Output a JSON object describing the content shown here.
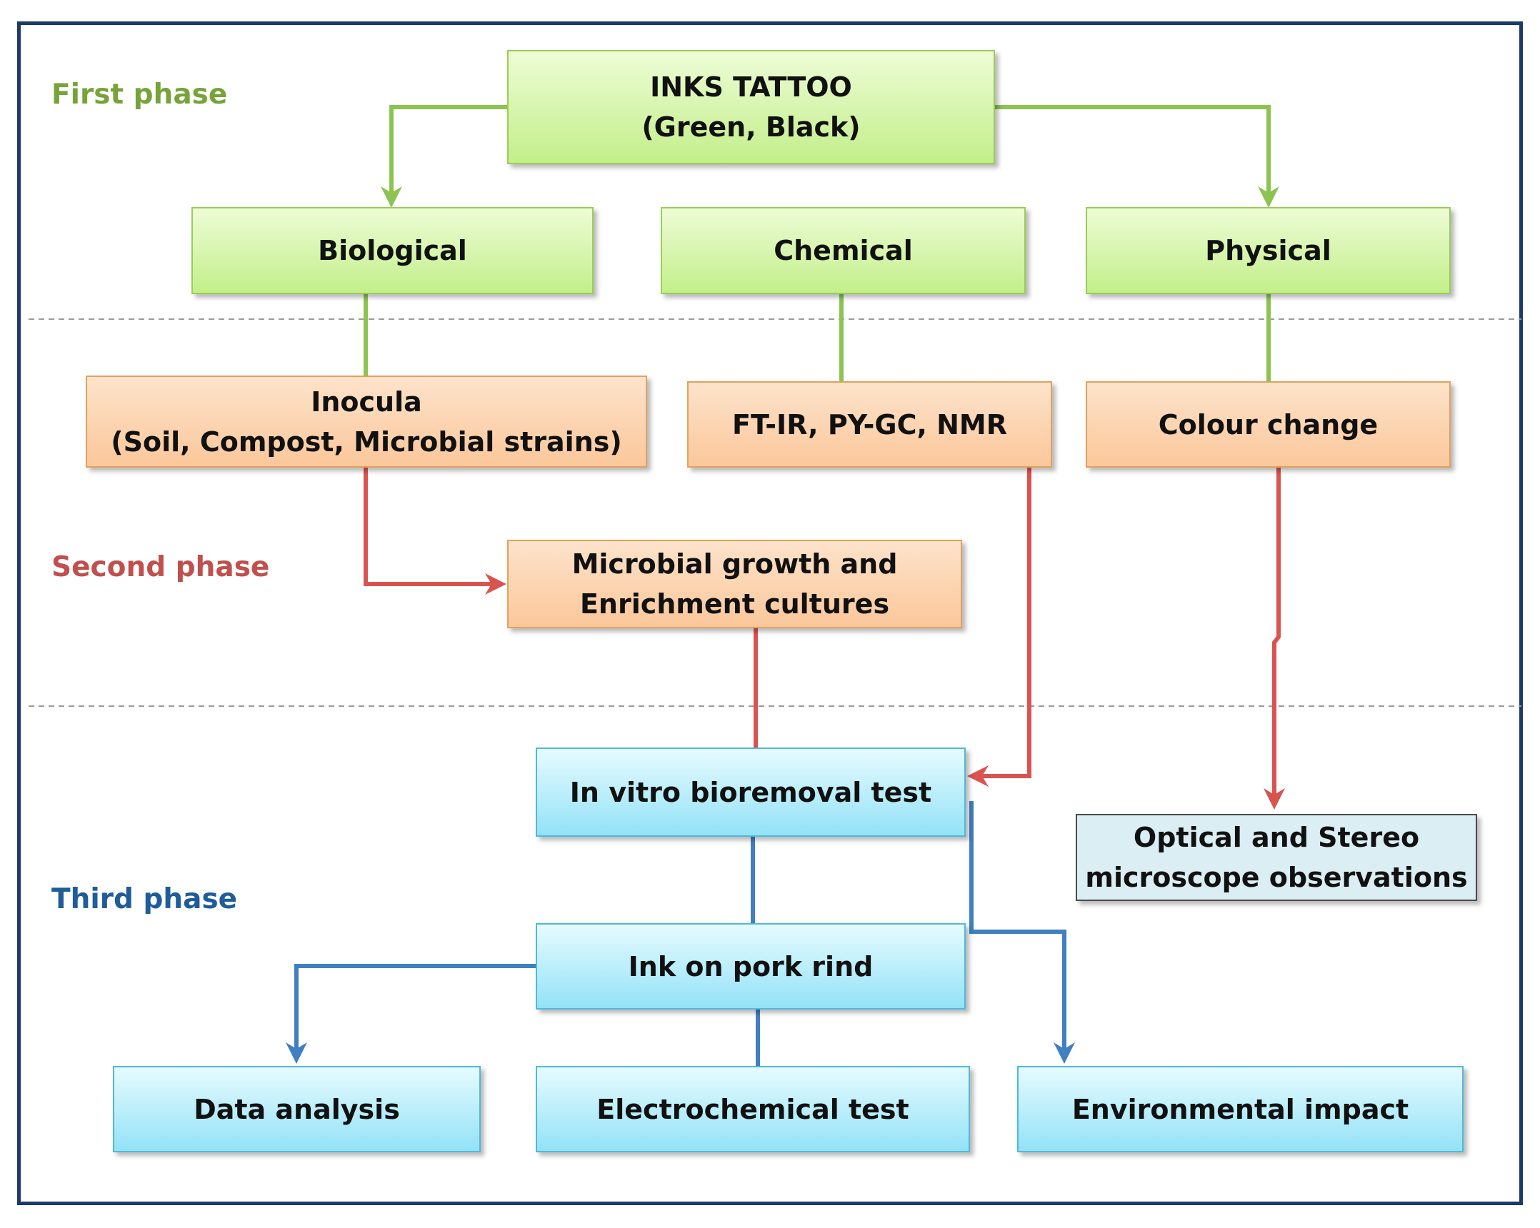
{
  "phases": {
    "first": "First phase",
    "second": "Second phase",
    "third": "Third phase"
  },
  "nodes": {
    "inks_tattoo": "INKS TATTOO\n(Green, Black)",
    "biological": "Biological",
    "chemical": "Chemical",
    "physical": "Physical",
    "inocula": "Inocula\n(Soil, Compost, Microbial strains)",
    "ftir": "FT-IR, PY-GC, NMR",
    "colour_change": "Colour change",
    "microbial_growth": "Microbial growth and\nEnrichment cultures",
    "in_vitro": "In vitro bioremoval test",
    "optical": "Optical and Stereo\nmicroscope observations",
    "ink_pork": "Ink on pork rind",
    "data_analysis": "Data analysis",
    "electrochemical": "Electrochemical test",
    "environmental": "Environmental impact"
  },
  "colors": {
    "frame": "#1b3a6b",
    "phase_first": "#77a33a",
    "phase_second": "#c0504d",
    "phase_third": "#1f5c99",
    "arrow_green": "#8dc351",
    "arrow_red": "#d9534f",
    "arrow_blue": "#3f7fc2",
    "divider": "#9a9a9a"
  }
}
